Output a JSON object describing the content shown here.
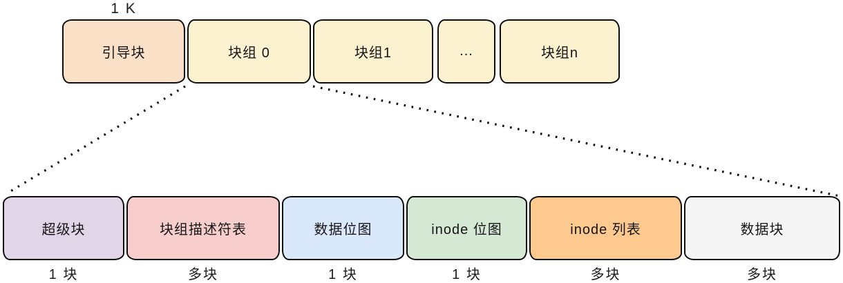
{
  "diagram": {
    "kind": "filesystem block layout (ext2-style block groups)",
    "top_label": "1 K",
    "top_row": [
      {
        "label": "引导块",
        "color": "#FAE0C6"
      },
      {
        "label": "块组 0",
        "color": "#FCF2CF"
      },
      {
        "label": "块组1",
        "color": "#FCF2CF"
      },
      {
        "label": "...",
        "color": "#FCF2CF"
      },
      {
        "label": "块组n",
        "color": "#FCF2CF"
      }
    ],
    "bottom_row": [
      {
        "label": "超级块",
        "size_label": "1 块",
        "color": "#E1D5E8"
      },
      {
        "label": "块组描述符表",
        "size_label": "多块",
        "color": "#F8CECC"
      },
      {
        "label": "数据位图",
        "size_label": "1 块",
        "color": "#DAE8FC"
      },
      {
        "label": "inode 位图",
        "size_label": "1 块",
        "color": "#D5E8D4"
      },
      {
        "label": "inode 列表",
        "size_label": "多块",
        "color": "#FEC98F"
      },
      {
        "label": "数据块",
        "size_label": "多块",
        "color": "#F5F5F5"
      }
    ],
    "connector_color": "#0e0e0e"
  }
}
